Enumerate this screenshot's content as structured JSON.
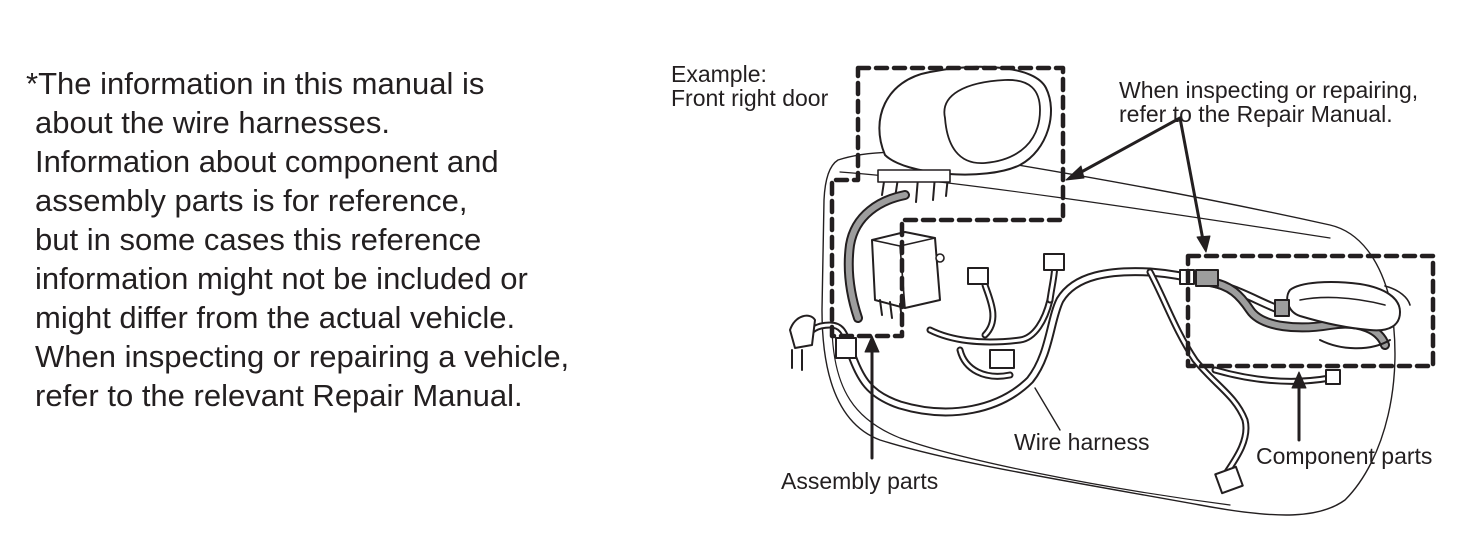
{
  "note": {
    "lines": [
      "*The information in this manual is",
      "about the wire harnesses.",
      "Information about component and",
      "assembly parts is for reference,",
      "but in some cases this reference",
      "information might not be included or",
      "might differ from the actual vehicle.",
      "When inspecting or repairing a vehicle,",
      "refer to the relevant Repair Manual."
    ]
  },
  "diagram": {
    "example_label": [
      "Example:",
      "Front right door"
    ],
    "repair_note": [
      "When inspecting or repairing,",
      "refer to the Repair Manual."
    ],
    "callouts": {
      "wire_harness": "Wire harness",
      "assembly_parts": "Assembly parts",
      "component_parts": "Component parts"
    },
    "colors": {
      "line": "#231f20",
      "harness_fill": "#9d9d9d",
      "part_fill": "#ffffff"
    }
  }
}
